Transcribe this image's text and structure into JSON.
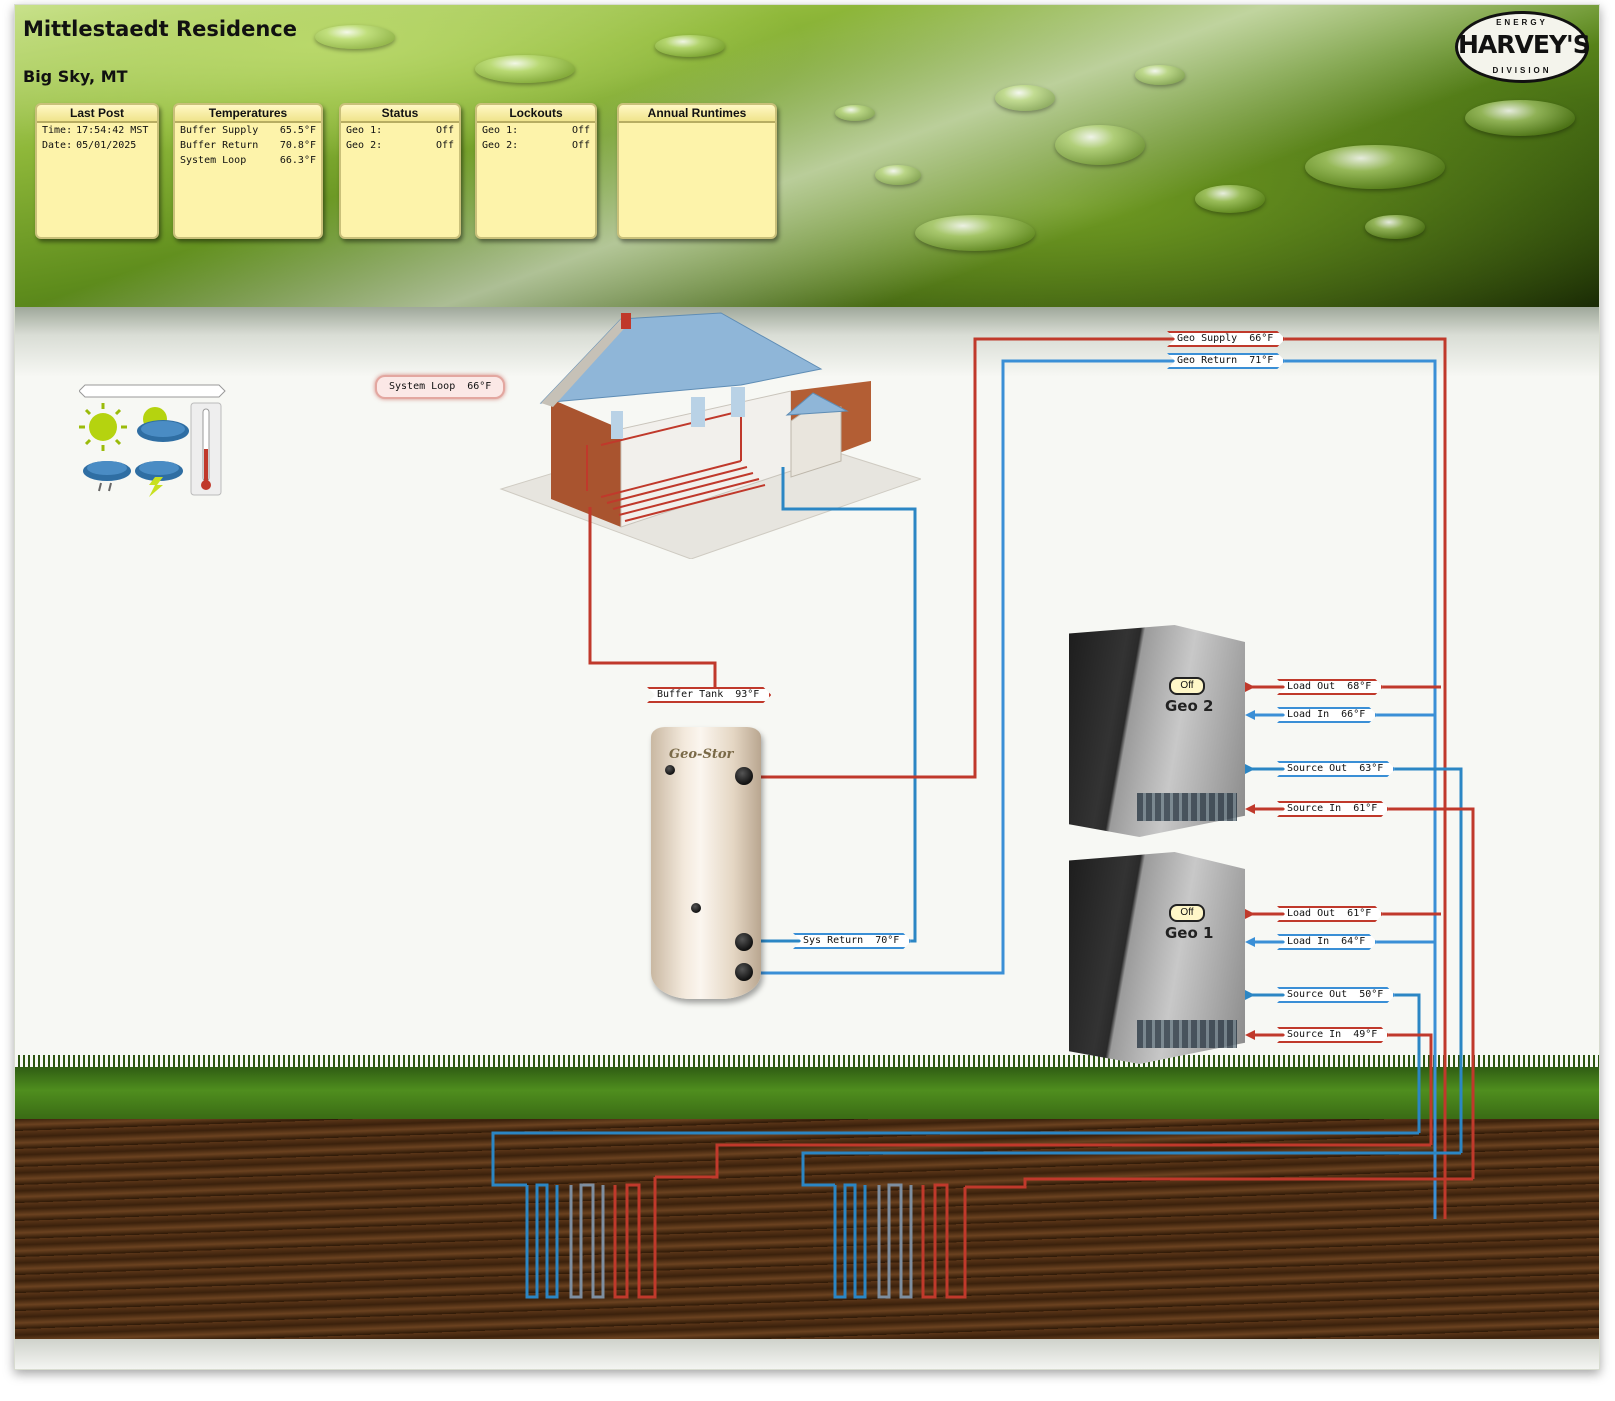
{
  "header": {
    "title": "Mittlestaedt Residence",
    "location": "Big Sky, MT",
    "logo": {
      "text": "HARVEY'S",
      "top_text": "ENERGY",
      "bottom_text": "DIVISION"
    }
  },
  "panels": {
    "last_post": {
      "title": "Last Post",
      "rows": [
        {
          "label": "Time:",
          "value": "17:54:42 MST"
        },
        {
          "label": "Date:",
          "value": "05/01/2025"
        }
      ]
    },
    "temperatures": {
      "title": "Temperatures",
      "rows": [
        {
          "label": "Buffer Supply",
          "value": "65.5°F"
        },
        {
          "label": "Buffer Return",
          "value": "70.8°F"
        },
        {
          "label": "System Loop",
          "value": "66.3°F"
        }
      ]
    },
    "status": {
      "title": "Status",
      "rows": [
        {
          "label": "Geo 1:",
          "value": "Off"
        },
        {
          "label": "Geo 2:",
          "value": "Off"
        }
      ]
    },
    "lockouts": {
      "title": "Lockouts",
      "rows": [
        {
          "label": "Geo 1:",
          "value": "Off"
        },
        {
          "label": "Geo 2:",
          "value": "Off"
        }
      ]
    },
    "annual_runtimes": {
      "title": "Annual Runtimes",
      "rows": []
    }
  },
  "system_loop": {
    "label": "System Loop",
    "value": "66°F"
  },
  "tank": {
    "brand": "Geo-Stor",
    "label": "Buffer Tank",
    "value": "93°F"
  },
  "sys_return": {
    "label": "Sys Return",
    "value": "70°F"
  },
  "geo_supply": {
    "label": "Geo Supply",
    "value": "66°F"
  },
  "geo_return": {
    "label": "Geo Return",
    "value": "71°F"
  },
  "units": {
    "geo2": {
      "name": "Geo 2",
      "status": "Off",
      "load_out": {
        "label": "Load Out",
        "value": "68°F"
      },
      "load_in": {
        "label": "Load In",
        "value": "66°F"
      },
      "source_out": {
        "label": "Source Out",
        "value": "63°F"
      },
      "source_in": {
        "label": "Source In",
        "value": "61°F"
      }
    },
    "geo1": {
      "name": "Geo 1",
      "status": "Off",
      "load_out": {
        "label": "Load Out",
        "value": "61°F"
      },
      "load_in": {
        "label": "Load In",
        "value": "64°F"
      },
      "source_out": {
        "label": "Source Out",
        "value": "50°F"
      },
      "source_in": {
        "label": "Source In",
        "value": "49°F"
      }
    }
  },
  "colors": {
    "supply_red": "#c0392b",
    "return_blue": "#3a8fd6",
    "panel_yellow": "#fdf3aa"
  },
  "icons": [
    "sun-icon",
    "partly-cloudy-icon",
    "rain-icon",
    "storm-icon",
    "thermometer-icon"
  ]
}
